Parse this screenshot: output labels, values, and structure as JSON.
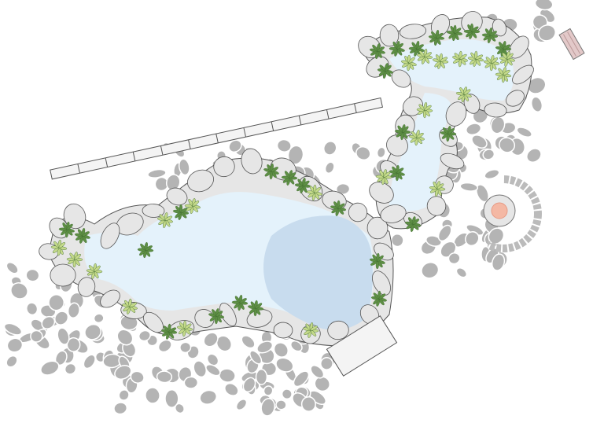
{
  "colors": {
    "background": "#ffffff",
    "stone": "#b4b4b4",
    "stone_outline": "#8f8f8f",
    "rock": "#e6e6e6",
    "rock_outline": "#555555",
    "water_shallow": "#e4f2fb",
    "water_deep": "#c8dcee",
    "plant_dark": "#5e8f45",
    "plant_light": "#c4d98a",
    "fire": "#f4b8a4",
    "bench": "#e3c9c9",
    "walkway": "#f4f4f4"
  },
  "icons": [
    "stepping-stone",
    "rock",
    "plant",
    "fire-pit",
    "bench",
    "deck",
    "walkway"
  ]
}
